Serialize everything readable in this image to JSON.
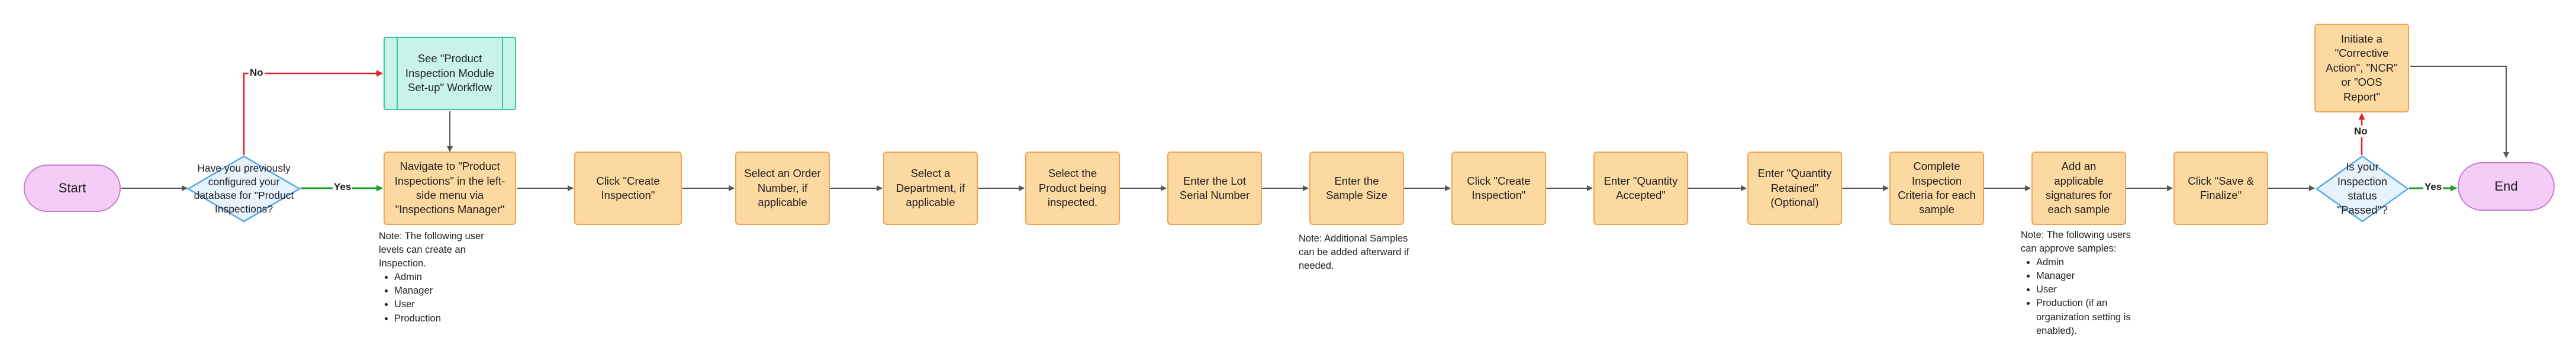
{
  "nodes": {
    "start": "Start",
    "decision_configured": "Have you previously configured your database for \"Product Inspections?",
    "setup_workflow": "See \"Product Inspection Module Set-up\" Workflow",
    "navigate": "Navigate to \"Product Inspections\" in the left-side menu via \"Inspections Manager\"",
    "create_inspection_1": "Click \"Create Inspection\"",
    "select_order": "Select an Order Number, if applicable",
    "select_department": "Select a Department, if applicable",
    "select_product": "Select the Product being inspected.",
    "enter_lot": "Enter the Lot Serial Number",
    "enter_sample_size": "Enter the Sample Size",
    "create_inspection_2": "Click \"Create Inspection\"",
    "quantity_accepted": "Enter \"Quantity Accepted\"",
    "quantity_retained": "Enter \"Quantity Retained\" (Optional)",
    "complete_criteria": "Complete Inspection Criteria for each sample",
    "add_signatures": "Add an applicable signatures for each sample",
    "save_finalize": "Click \"Save & Finalize\"",
    "decision_passed": "Is your Inspection status \"Passed\"?",
    "corrective_action": "Initiate a \"Corrective Action\", \"NCR\" or \"OOS Report\"",
    "end": "End"
  },
  "edge_labels": {
    "no_top": "No",
    "yes_main": "Yes",
    "no_passed": "No",
    "yes_passed": "Yes"
  },
  "notes": {
    "user_levels": {
      "text": "Note: The following user levels can create an Inspection.",
      "items": [
        "Admin",
        "Manager",
        "User",
        "Production"
      ]
    },
    "samples": {
      "text": "Note: Additional Samples can be added afterward if needed."
    },
    "approve": {
      "text": "Note: The following users can approve samples:",
      "items": [
        "Admin",
        "Manager",
        "User",
        "Production (if an organization setting is enabled)."
      ]
    }
  },
  "colors": {
    "process_fill": "#fdd9a2",
    "process_border": "#f0a452",
    "terminal_fill": "#f3cdf5",
    "terminal_border": "#c97ad0",
    "decision_fill": "#e6f3fc",
    "decision_border": "#5aa7e6",
    "subprocess_fill": "#c9f3ea",
    "subprocess_border": "#38c5a3",
    "no_edge": "#e02020",
    "yes_edge": "#1f9e2c",
    "edge": "#555555"
  }
}
